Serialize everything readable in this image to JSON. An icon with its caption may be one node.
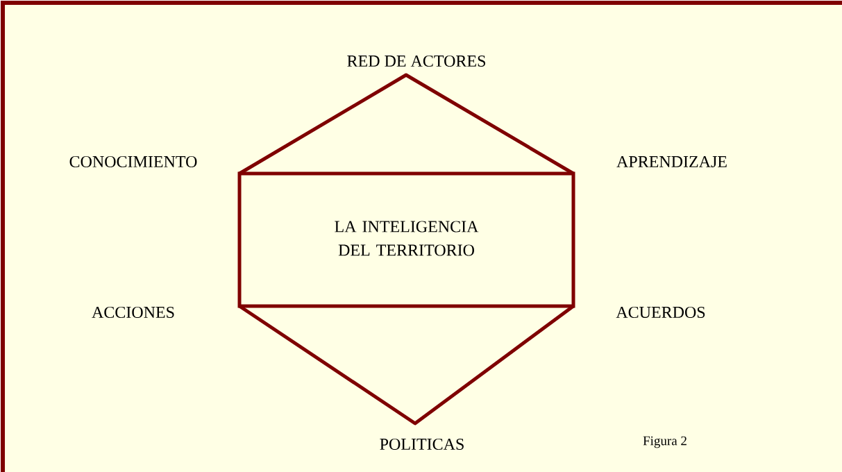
{
  "diagram": {
    "caption": "Figura 2",
    "nodes": [
      {
        "text": [
          "LA INTELIGENCIA DEL TERRITORIO"
        ]
      }
    ],
    "labels": [
      "RED DE ACTORES",
      "CONOCIMIENTO",
      "APRENDIZAJE",
      "ACCIONES",
      "ACUERDOS",
      "POLITICAS"
    ]
  }
}
